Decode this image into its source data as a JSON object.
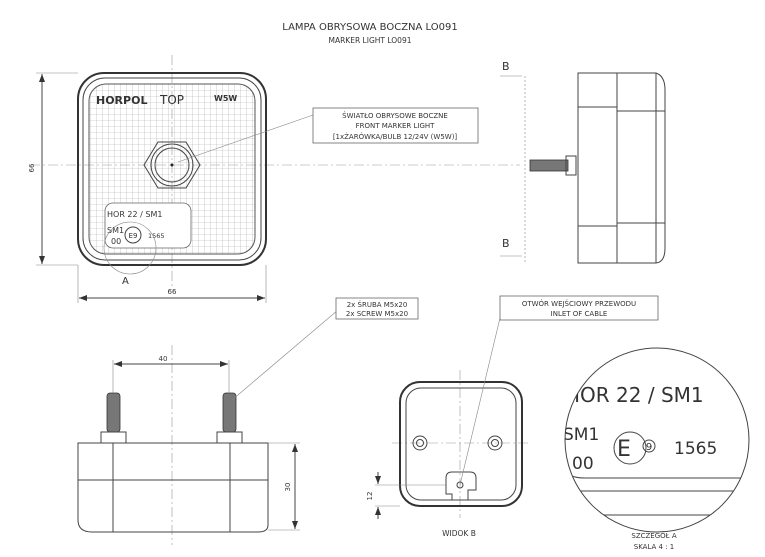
{
  "title": "LAMPA OBRYSOWA BOCZNA LO091",
  "subtitle": "MARKER LIGHT LO091",
  "front_view": {
    "brand": "HORPOL",
    "top_mark": "TOP",
    "bulb_mark": "W5W",
    "label_line1": "HOR 22 / SM1",
    "label_sm": "SM1",
    "label_00": "00",
    "e_mark": "E9",
    "approval": "1565",
    "dim_height": "66",
    "dim_width": "66",
    "detail_ref": "A"
  },
  "callouts": {
    "lamp_pl": "ŚWIATŁO OBRYSOWE BOCZNE",
    "lamp_en": "FRONT MARKER LIGHT",
    "lamp_bulb": "[1xŻARÓWKA/BULB 12/24V (W5W)]",
    "screw_pl": "2x ŚRUBA M5x20",
    "screw_en": "2x SCREW M5x20",
    "inlet_pl": "OTWÓR WEJŚCIOWY PRZEWODU",
    "inlet_en": "INLET OF CABLE"
  },
  "side_view": {
    "section_top": "B",
    "section_bottom": "B"
  },
  "bottom_view": {
    "dim_bolt_spacing": "40",
    "dim_depth": "30"
  },
  "view_b": {
    "dim_inlet": "12",
    "label": "WIDOK B"
  },
  "detail_a": {
    "line1": "HOR 22 / SM1",
    "sm": "SM1",
    "zero": "00",
    "e_letter": "E",
    "e_number": "9",
    "approval": "1565",
    "label": "SZCZEGÓŁ A",
    "scale": "SKALA 4 : 1"
  }
}
